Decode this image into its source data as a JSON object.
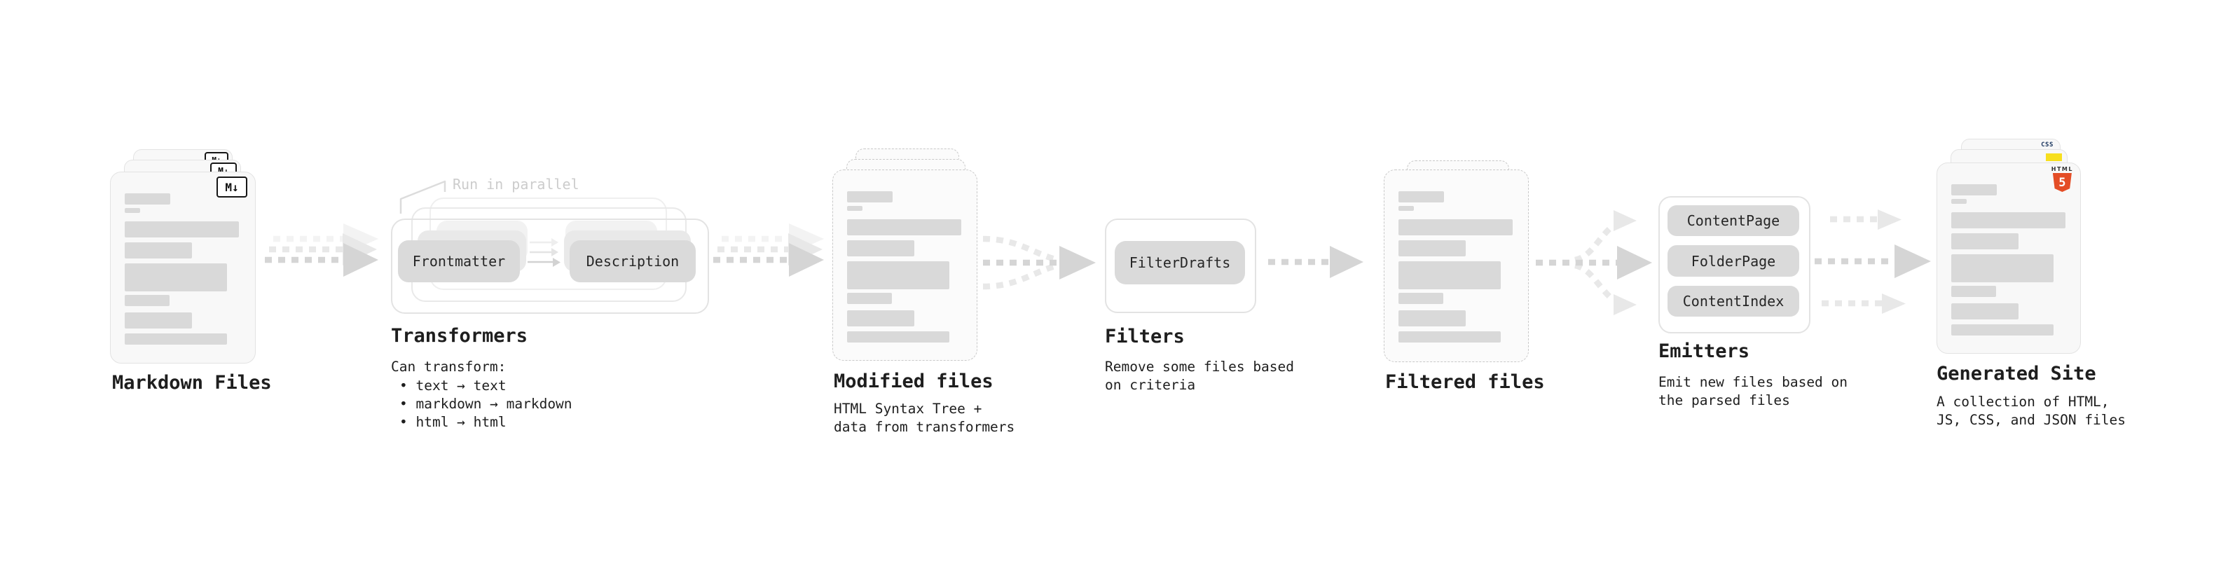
{
  "stages": {
    "markdown_files": {
      "title": "Markdown Files",
      "badge": "M↓"
    },
    "transformers": {
      "title": "Transformers",
      "annotation": "Run in parallel",
      "boxes": [
        "Frontmatter",
        "Description"
      ],
      "description_lines": [
        "Can transform:",
        "• text → text",
        "• markdown → markdown",
        "• html → html"
      ]
    },
    "modified_files": {
      "title": "Modified files",
      "description_lines": [
        "HTML Syntax Tree +",
        "data from transformers"
      ]
    },
    "filters": {
      "title": "Filters",
      "boxes": [
        "FilterDrafts"
      ],
      "description_lines": [
        "Remove some files based",
        "on criteria"
      ]
    },
    "filtered_files": {
      "title": "Filtered files"
    },
    "emitters": {
      "title": "Emitters",
      "boxes": [
        "ContentPage",
        "FolderPage",
        "ContentIndex"
      ],
      "description_lines": [
        "Emit new files based on",
        "the parsed files"
      ]
    },
    "generated_site": {
      "title": "Generated Site",
      "description_lines": [
        "A collection of HTML,",
        "JS, CSS, and JSON files"
      ],
      "html5_logo": {
        "label": "HTML",
        "number": "5"
      },
      "css_logo": "CSS"
    }
  },
  "colors": {
    "doc_fill": "#f8f8f8",
    "bar_fill": "#d9d9d9",
    "box_fill": "#dadada",
    "border": "#e3e3e3",
    "dashed_border": "#c9c9c9",
    "arrow_dark": "#d5d5d5",
    "arrow_mid": "#e8e8e8",
    "arrow_faint": "#f3f3f3",
    "text": "#1e1e1e",
    "muted_text": "#cccccc",
    "html5_orange": "#e44d26",
    "js_yellow": "#f7df1e",
    "css_blue": "#2965f1"
  }
}
